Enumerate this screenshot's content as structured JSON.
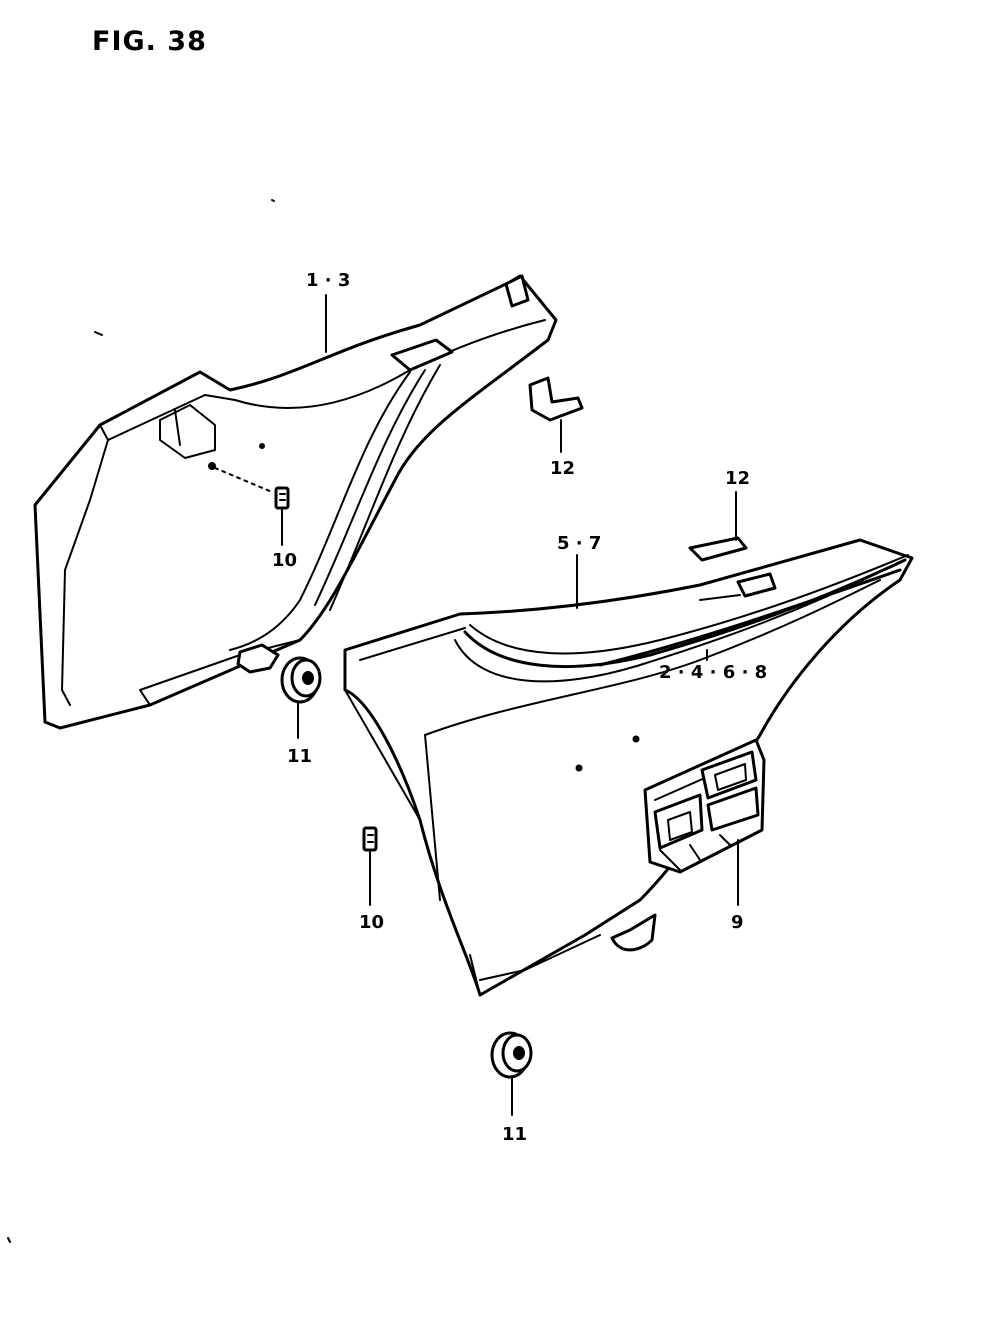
{
  "figure": {
    "title": "FIG. 38"
  },
  "callouts": {
    "left_cover": "1 · 3",
    "right_cover": "5 · 7",
    "emblem": "2 · 4 · 6 · 8",
    "badge": "9",
    "clip_upper": "10",
    "clip_lower": "10",
    "grommet_upper": "11",
    "grommet_lower": "11",
    "cushion_upper": "12",
    "cushion_lower": "12"
  }
}
